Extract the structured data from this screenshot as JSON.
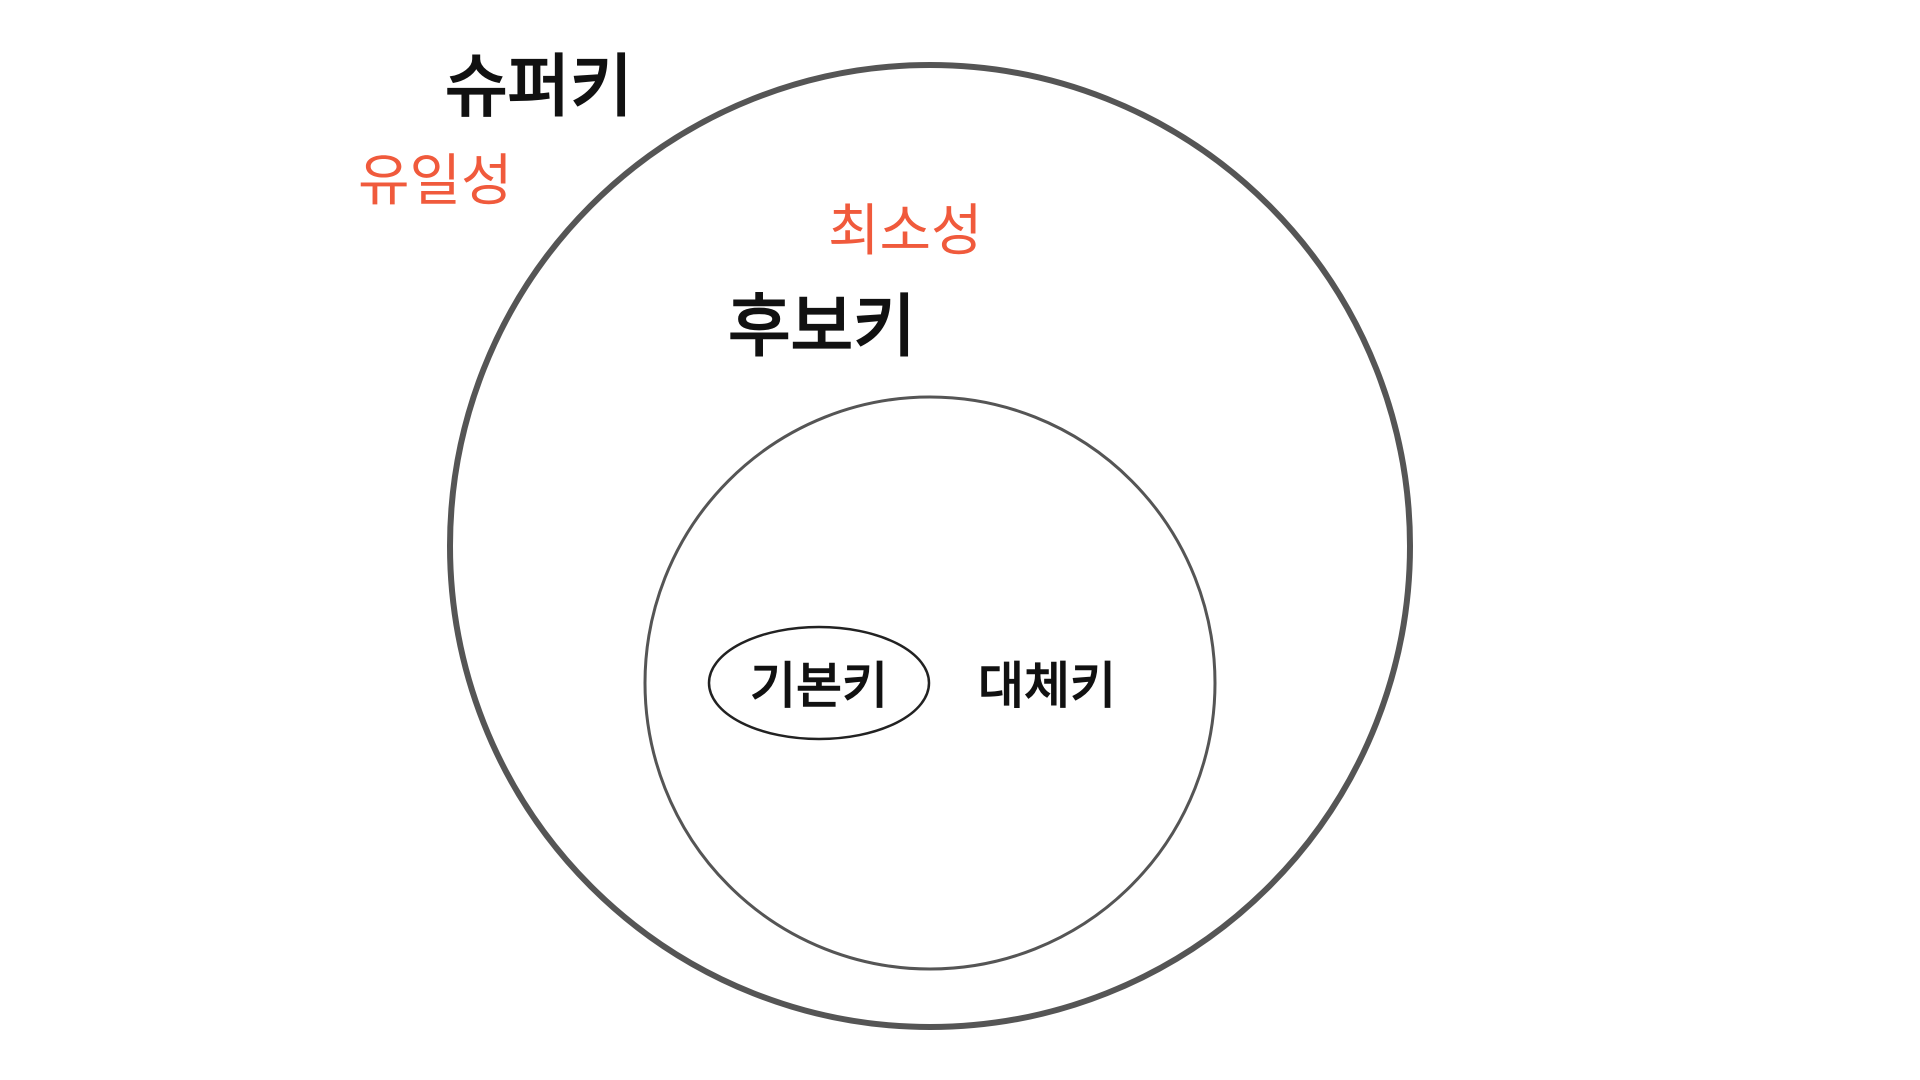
{
  "diagram": {
    "outer_label": "슈퍼키",
    "outer_property": "유일성",
    "middle_label": "후보키",
    "middle_property": "최소성",
    "primary_key_label": "기본키",
    "alternate_key_label": "대체키"
  },
  "colors": {
    "accent": "#f05a3c",
    "stroke": "#555555",
    "text": "#111111"
  }
}
